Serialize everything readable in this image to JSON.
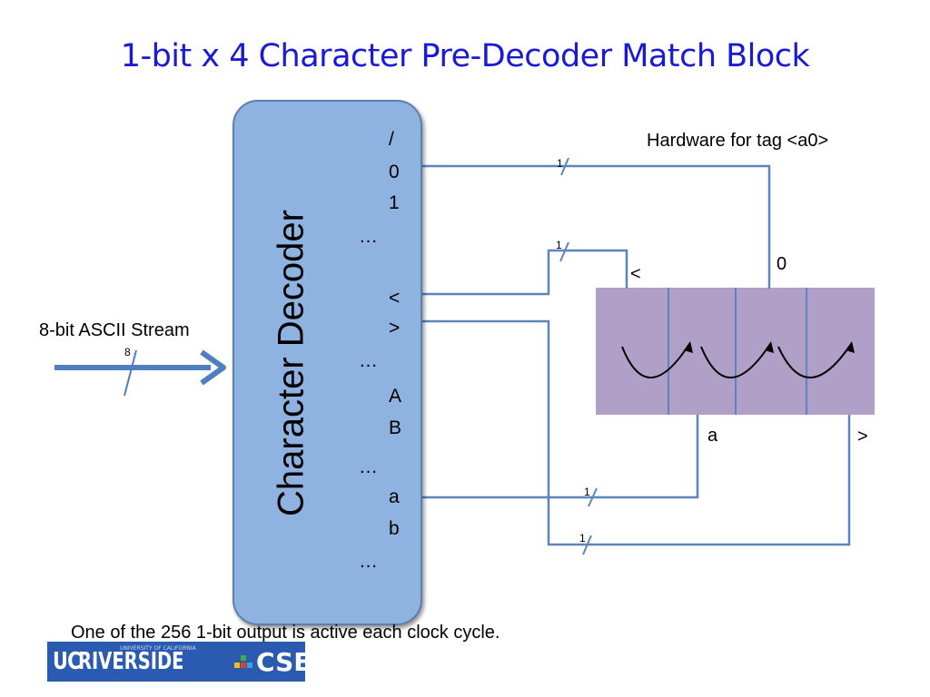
{
  "title": "1-bit x 4 Character Pre-Decoder Match Block",
  "decoder": {
    "label": "Character Decoder",
    "outputs": [
      "/",
      "0",
      "1",
      "…",
      "<",
      ">",
      "…",
      "A",
      "B",
      "…",
      "a",
      "b",
      "…"
    ]
  },
  "input": {
    "label": "8-bit ASCII Stream",
    "width": "8"
  },
  "tag_label": "Hardware for tag <a0>",
  "match_labels": {
    "lt": "<",
    "zero": "0",
    "a": "a",
    "gt": ">"
  },
  "bus_widths": {
    "zero": "1",
    "lt": "1",
    "a": "1",
    "gt": "1"
  },
  "note": "One of the 256 1-bit output is active each clock cycle.",
  "logo": {
    "uc": "UC",
    "riverside": "RIVERSIDE",
    "university": "UNIVERSITY OF CALIFORNIA",
    "cse": "CSE"
  },
  "colors": {
    "title": "#1a1ad6",
    "decoder_fill": "#8eb3e0",
    "shift_fill": "#b0a0c8",
    "wire": "#5b85bb"
  }
}
